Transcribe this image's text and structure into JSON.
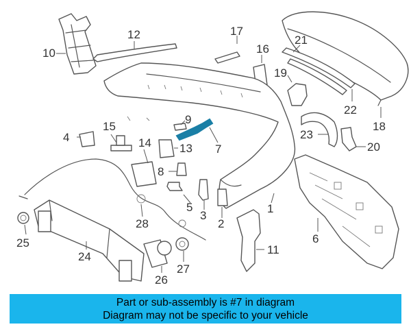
{
  "diagram": {
    "highlight_color": "#1a7fa6",
    "line_color": "#555555",
    "callouts": [
      "1",
      "2",
      "3",
      "4",
      "5",
      "6",
      "7",
      "8",
      "9",
      "10",
      "11",
      "12",
      "13",
      "14",
      "15",
      "16",
      "17",
      "18",
      "19",
      "20",
      "21",
      "22",
      "23",
      "24",
      "25",
      "26",
      "27",
      "28"
    ]
  },
  "caption": {
    "line1": "Part or sub-assembly is #7 in diagram",
    "line2": "Diagram may not be specific to your vehicle",
    "background": "#1ab5ec"
  }
}
